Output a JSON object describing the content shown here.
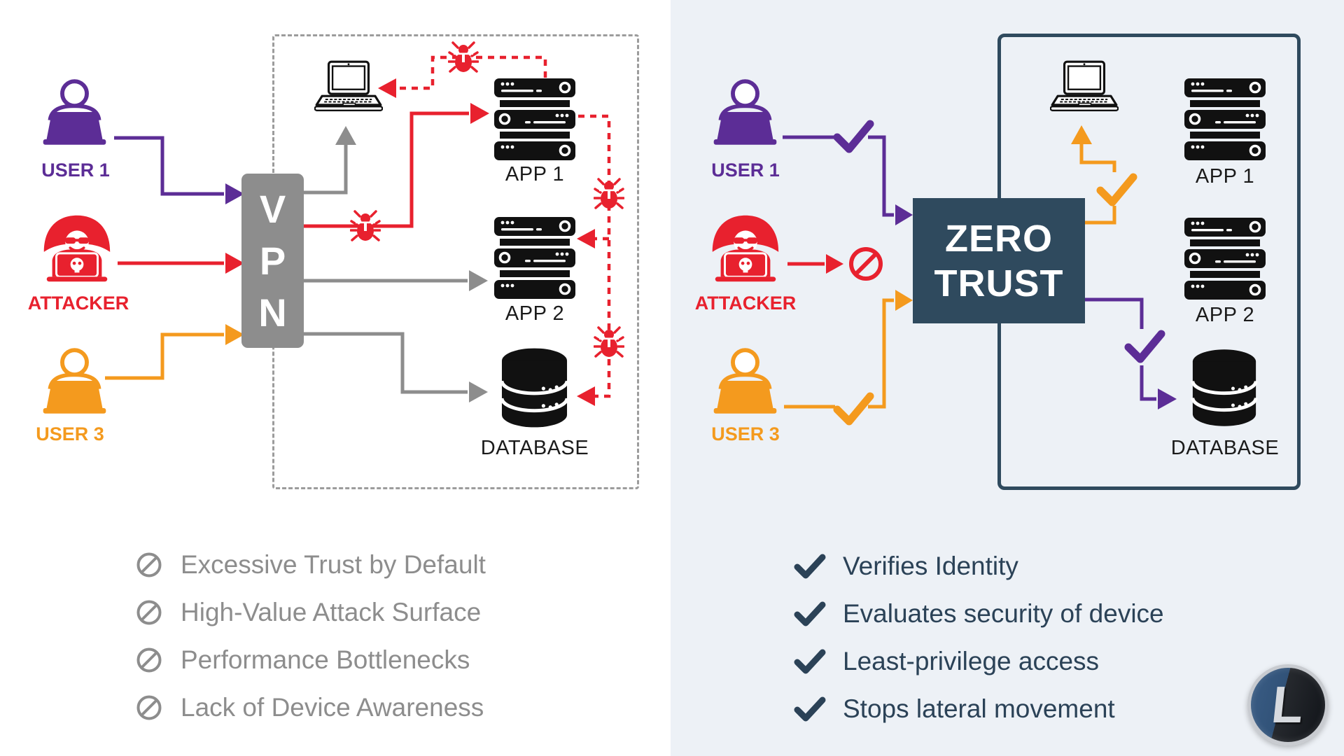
{
  "colors": {
    "purple": "#5c2d96",
    "red": "#e8212e",
    "orange": "#f49a1e",
    "gray": "#8d8d8d",
    "navy": "#2f4a5e",
    "panel_bg": "#edf1f6",
    "icon_black": "#111111"
  },
  "icons": {
    "user": "person-at-laptop",
    "attacker": "hooded-hacker",
    "bug": "malware-bug",
    "blocked": "prohibition-sign",
    "check": "checkmark",
    "laptop": "laptop",
    "server": "server-stack",
    "database": "database-cylinder"
  },
  "left_panel": {
    "actors": [
      {
        "label": "USER 1"
      },
      {
        "label": "ATTACKER"
      },
      {
        "label": "USER 3"
      }
    ],
    "gateway_letters": [
      "V",
      "P",
      "N"
    ],
    "resources": {
      "app1": "APP 1",
      "app2": "APP 2",
      "database": "DATABASE"
    },
    "drawbacks": [
      "Excessive Trust by Default",
      "High-Value Attack Surface",
      "Performance Bottlenecks",
      "Lack of Device Awareness"
    ]
  },
  "right_panel": {
    "actors": [
      {
        "label": "USER 1"
      },
      {
        "label": "ATTACKER"
      },
      {
        "label": "USER 3"
      }
    ],
    "gateway_lines": [
      "ZERO",
      "TRUST"
    ],
    "resources": {
      "app1": "APP 1",
      "app2": "APP 2",
      "database": "DATABASE"
    },
    "benefits": [
      "Verifies Identity",
      "Evaluates security of device",
      "Least-privilege access",
      "Stops lateral movement"
    ],
    "logo_letter": "L"
  }
}
